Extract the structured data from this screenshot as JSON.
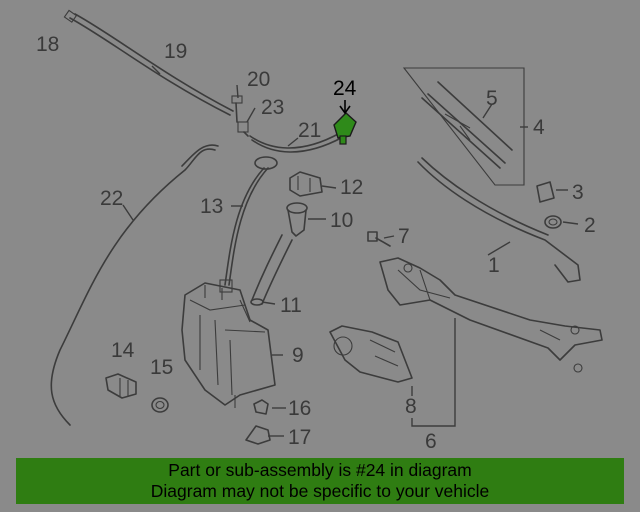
{
  "diagram": {
    "highlight_color": "#2f7d12",
    "highlighted_part": "24",
    "callouts": [
      {
        "id": "c1",
        "label": "1"
      },
      {
        "id": "c2",
        "label": "2"
      },
      {
        "id": "c3",
        "label": "3"
      },
      {
        "id": "c4",
        "label": "4"
      },
      {
        "id": "c5",
        "label": "5"
      },
      {
        "id": "c6",
        "label": "6"
      },
      {
        "id": "c7",
        "label": "7"
      },
      {
        "id": "c8",
        "label": "8"
      },
      {
        "id": "c9",
        "label": "9"
      },
      {
        "id": "c10",
        "label": "10"
      },
      {
        "id": "c11",
        "label": "11"
      },
      {
        "id": "c12",
        "label": "12"
      },
      {
        "id": "c13",
        "label": "13"
      },
      {
        "id": "c14",
        "label": "14"
      },
      {
        "id": "c15",
        "label": "15"
      },
      {
        "id": "c16",
        "label": "16"
      },
      {
        "id": "c17",
        "label": "17"
      },
      {
        "id": "c18",
        "label": "18"
      },
      {
        "id": "c19",
        "label": "19"
      },
      {
        "id": "c20",
        "label": "20"
      },
      {
        "id": "c21",
        "label": "21"
      },
      {
        "id": "c22",
        "label": "22"
      },
      {
        "id": "c23",
        "label": "23"
      },
      {
        "id": "c24",
        "label": "24"
      }
    ]
  },
  "banner": {
    "line1": "Part or sub-assembly is #24 in diagram",
    "line2": "Diagram may not be specific to your vehicle"
  }
}
